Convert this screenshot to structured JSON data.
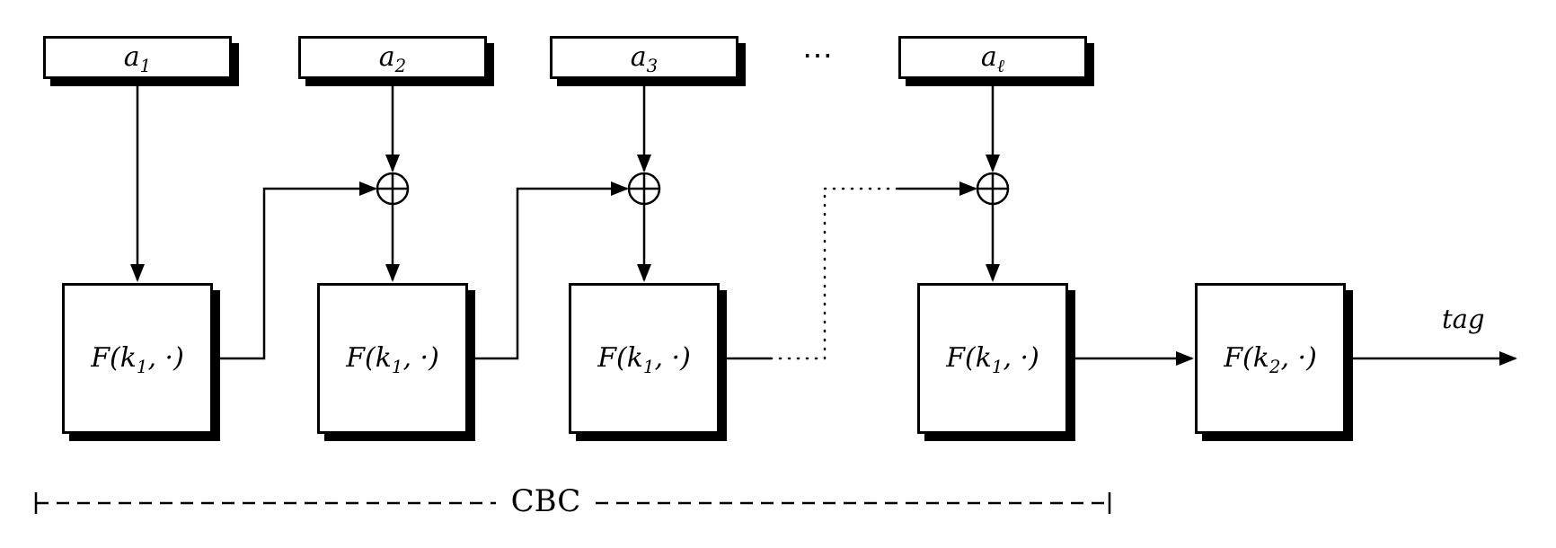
{
  "colors": {
    "ink": "#000000",
    "background": "#ffffff"
  },
  "blocks": [
    {
      "base": "a",
      "sub": "1"
    },
    {
      "base": "a",
      "sub": "2"
    },
    {
      "base": "a",
      "sub": "3"
    },
    {
      "base": "a",
      "sub": "ℓ"
    }
  ],
  "ellipsis": {
    "top": "⋯"
  },
  "functions": [
    {
      "pre": "F(k",
      "sub": "1",
      "post": ", ·)"
    },
    {
      "pre": "F(k",
      "sub": "1",
      "post": ", ·)"
    },
    {
      "pre": "F(k",
      "sub": "1",
      "post": ", ·)"
    },
    {
      "pre": "F(k",
      "sub": "1",
      "post": ", ·)"
    },
    {
      "pre": "F(k",
      "sub": "2",
      "post": ", ·)"
    }
  ],
  "output": {
    "label": "tag"
  },
  "bracket": {
    "label": "CBC"
  }
}
